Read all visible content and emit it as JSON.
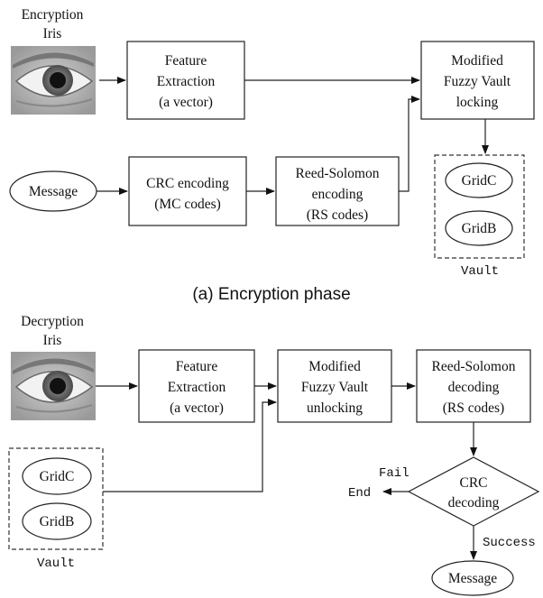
{
  "encryption": {
    "iris_label": [
      "Encryption",
      "Iris"
    ],
    "feature_box": [
      "Feature",
      "Extraction",
      "(a vector)"
    ],
    "fuzzy_box": [
      "Modified",
      "Fuzzy Vault",
      "locking"
    ],
    "message": "Message",
    "crc_box": [
      "CRC encoding",
      "(MC codes)"
    ],
    "rs_box": [
      "Reed-Solomon",
      "encoding",
      "(RS codes)"
    ],
    "vault_items": [
      "GridC",
      "GridB"
    ],
    "vault_label": "Vault",
    "caption": "(a) Encryption phase"
  },
  "decryption": {
    "iris_label": [
      "Decryption",
      "Iris"
    ],
    "feature_box": [
      "Feature",
      "Extraction",
      "(a vector)"
    ],
    "fuzzy_box": [
      "Modified",
      "Fuzzy Vault",
      "unlocking"
    ],
    "rs_box": [
      "Reed-Solomon",
      "decoding",
      "(RS codes)"
    ],
    "vault_items": [
      "GridC",
      "GridB"
    ],
    "vault_label": "Vault",
    "crc_diamond": [
      "CRC",
      "decoding"
    ],
    "fail_label": "Fail",
    "end_label": "End",
    "success_label": "Success",
    "message": "Message"
  }
}
